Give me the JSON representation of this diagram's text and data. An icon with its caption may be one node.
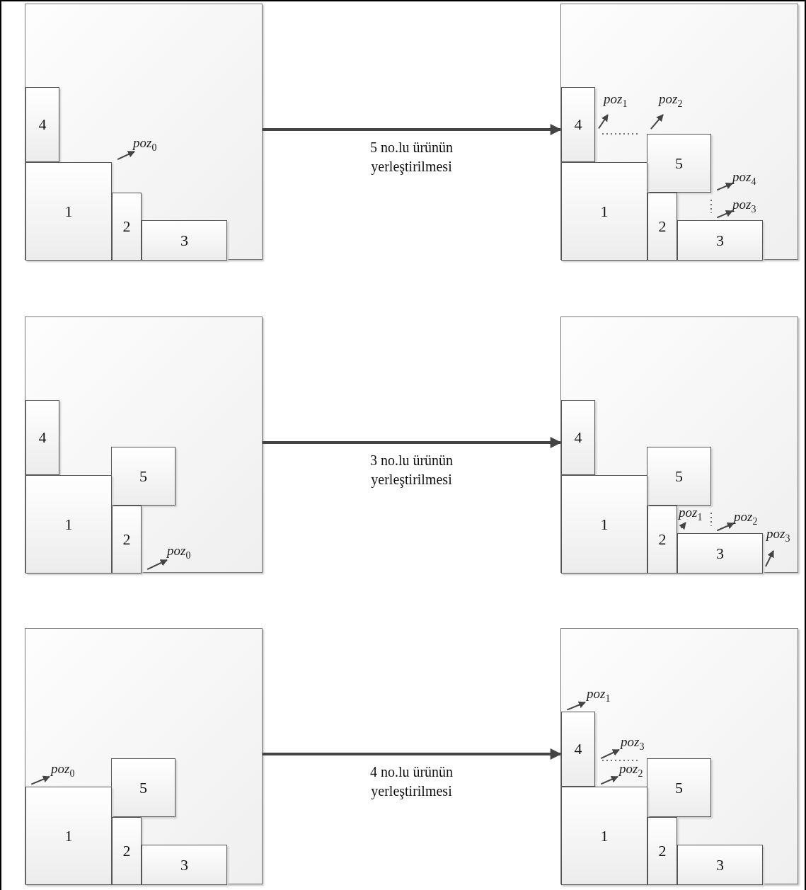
{
  "diagram": {
    "nodes": [
      {
        "text": [],
        "shape": "box"
      },
      {
        "text": [
          "4"
        ],
        "in": 0
      },
      {
        "text": [
          "1"
        ],
        "in": 0
      },
      {
        "text": [
          "2"
        ],
        "in": 0
      },
      {
        "text": [
          "3"
        ],
        "in": 0
      },
      {
        "text": [],
        "shape": "box"
      },
      {
        "text": [
          "4"
        ],
        "in": 5
      },
      {
        "text": [
          "5"
        ],
        "in": 5
      },
      {
        "text": [
          "1"
        ],
        "in": 5
      },
      {
        "text": [
          "2"
        ],
        "in": 5
      },
      {
        "text": [
          "3"
        ],
        "in": 5
      },
      {
        "text": [],
        "shape": "box"
      },
      {
        "text": [
          "4"
        ],
        "in": 11
      },
      {
        "text": [
          "5"
        ],
        "in": 11
      },
      {
        "text": [
          "1"
        ],
        "in": 11
      },
      {
        "text": [
          "2"
        ],
        "in": 11
      },
      {
        "text": [],
        "shape": "box"
      },
      {
        "text": [
          "4"
        ],
        "in": 16
      },
      {
        "text": [
          "5"
        ],
        "in": 16
      },
      {
        "text": [
          "1"
        ],
        "in": 16
      },
      {
        "text": [
          "2"
        ],
        "in": 16
      },
      {
        "text": [
          "3"
        ],
        "in": 16
      },
      {
        "text": [],
        "shape": "box"
      },
      {
        "text": [
          "5"
        ],
        "in": 22
      },
      {
        "text": [
          "1"
        ],
        "in": 22
      },
      {
        "text": [
          "2"
        ],
        "in": 22
      },
      {
        "text": [
          "3"
        ],
        "in": 22
      },
      {
        "text": [],
        "shape": "box"
      },
      {
        "text": [
          "4"
        ],
        "in": 27
      },
      {
        "text": [
          "5"
        ],
        "in": 27
      },
      {
        "text": [
          "1"
        ],
        "in": 27
      },
      {
        "text": [
          "2"
        ],
        "in": 27
      },
      {
        "text": [
          "3"
        ],
        "in": 27
      }
    ],
    "edges": [
      {
        "from": 0,
        "to": 5,
        "arrow": "to",
        "label": "5 no.lu ürünün yerleştirilmesi"
      },
      {
        "from": 11,
        "to": 16,
        "arrow": "to",
        "label": "3 no.lu ürünün yerleştirilmesi"
      },
      {
        "from": 22,
        "to": 27,
        "arrow": "to",
        "label": "4 no.lu ürünün yerleştirilmesi"
      }
    ],
    "labels": [
      "*poz*$_{0}$",
      "*poz*$_{1}$",
      "*poz*$_{2}$",
      "*poz*$_{4}$",
      "*poz*$_{3}$",
      "*poz*$_{0}$",
      "*poz*$_{1}$",
      "*poz*$_{2}$",
      "*poz*$_{3}$",
      "*poz*$_{0}$",
      "*poz*$_{1}$",
      "*poz*$_{3}$",
      "*poz*$_{2}$"
    ]
  }
}
